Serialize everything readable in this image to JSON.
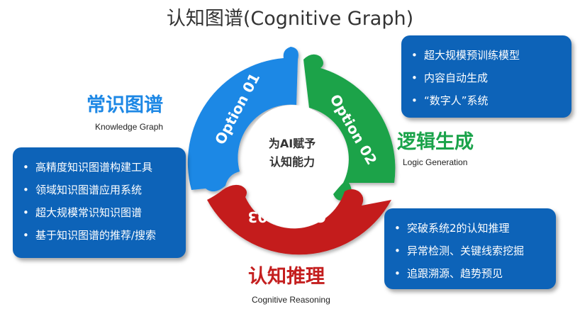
{
  "title": "认知图谱(Cognitive Graph)",
  "center": {
    "line1": "为AI赋予",
    "line2": "认知能力"
  },
  "options": [
    {
      "label": "Option 01",
      "color": "#1e88e5"
    },
    {
      "label": "Option 02",
      "color": "#1aa34a"
    },
    {
      "label": "Option 03",
      "color": "#c41f1f"
    }
  ],
  "sections": {
    "knowledge": {
      "title": "常识图谱",
      "subtitle": "Knowledge Graph",
      "color": "#1e88e5",
      "items": [
        "高精度知识图谱构建工具",
        "领域知识图谱应用系统",
        "超大规模常识知识图谱",
        "基于知识图谱的推荐/搜索"
      ]
    },
    "logic": {
      "title": "逻辑生成",
      "subtitle": "Logic Generation",
      "color": "#1aa34a",
      "items": [
        "超大规模预训练模型",
        "内容自动生成",
        "“数字人”系统"
      ]
    },
    "reasoning": {
      "title": "认知推理",
      "subtitle": "Cognitive Reasoning",
      "color": "#c41f1f",
      "items": [
        "突破系统2的认知推理",
        "异常检测、关键线索挖掘",
        "追跟溯源、趋势预见"
      ]
    }
  },
  "box_color": "#0d63b8"
}
